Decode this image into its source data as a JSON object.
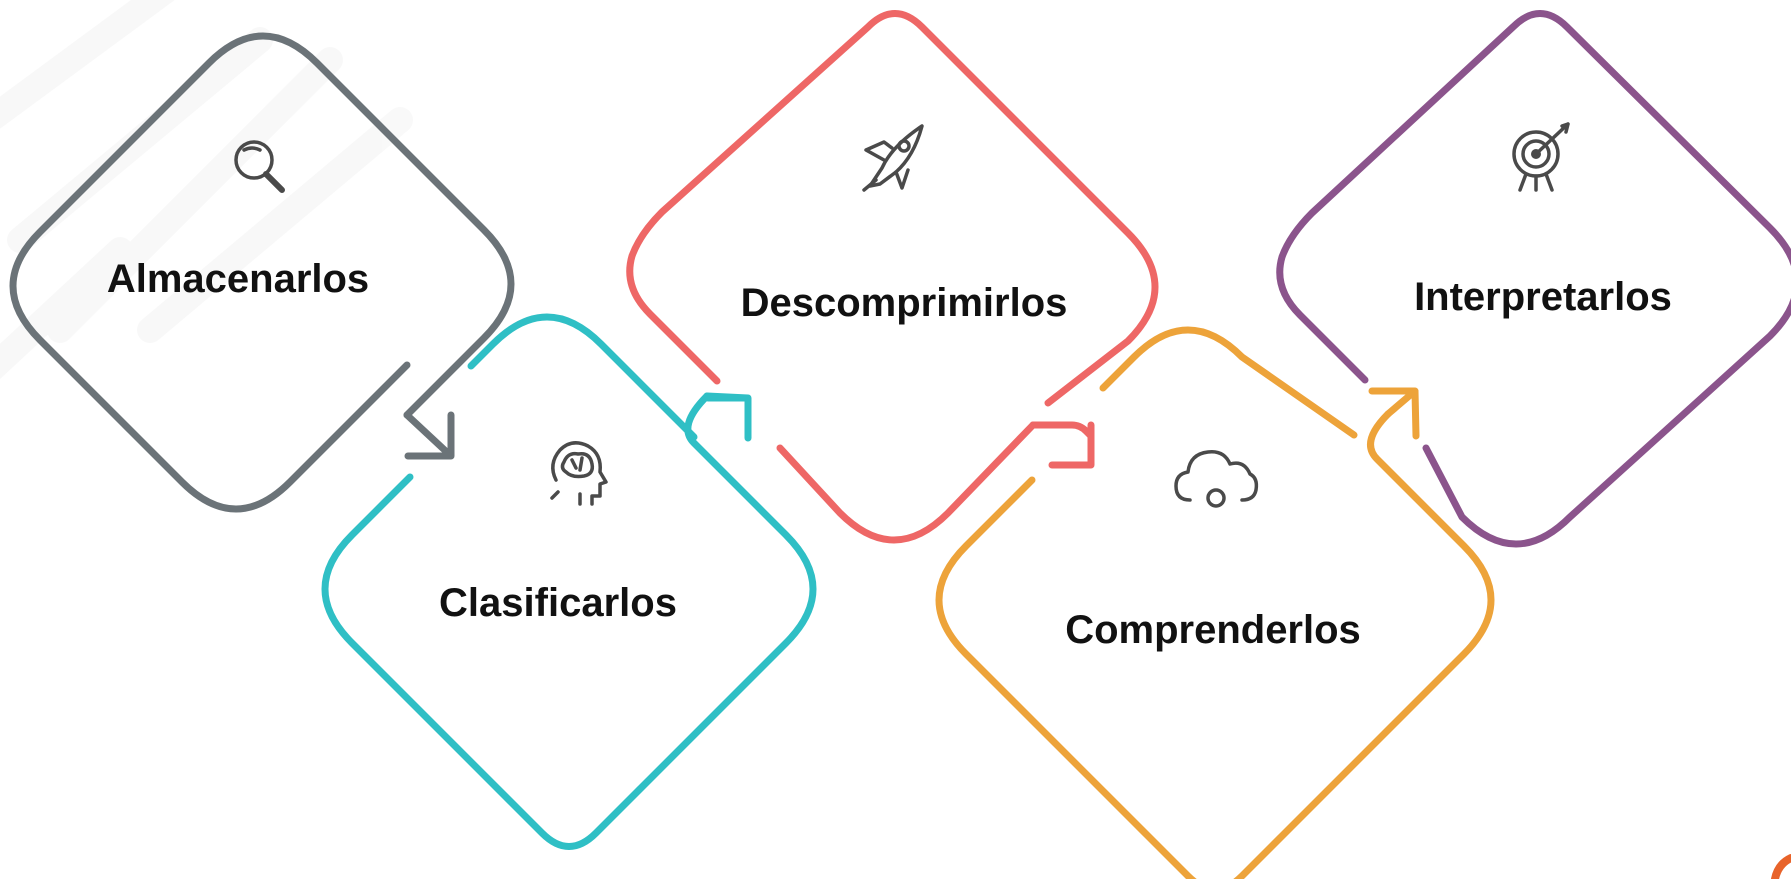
{
  "steps": [
    {
      "id": "almacenarlos",
      "label": "Almacenarlos",
      "color": "#6b7378",
      "icon": "magnifier-icon"
    },
    {
      "id": "clasificarlos",
      "label": "Clasificarlos",
      "color": "#2fbfc5",
      "icon": "brain-head-icon"
    },
    {
      "id": "descomprimirlos",
      "label": "Descomprimirlos",
      "color": "#ee6766",
      "icon": "rocket-icon"
    },
    {
      "id": "comprenderlos",
      "label": "Comprenderlos",
      "color": "#eda33a",
      "icon": "cloud-gear-icon"
    },
    {
      "id": "interpretarlos",
      "label": "Interpretarlos",
      "color": "#8b548c",
      "icon": "target-icon"
    }
  ]
}
